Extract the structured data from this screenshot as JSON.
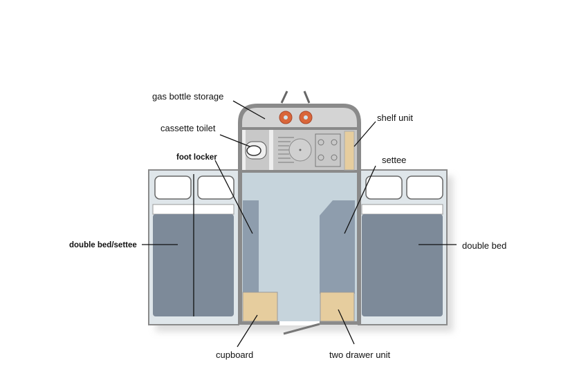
{
  "labels": {
    "gas_bottle_storage": "gas bottle storage",
    "cassette_toilet": "cassette toilet",
    "foot_locker": "foot locker",
    "double_bed_settee": "double bed/settee",
    "cupboard": "cupboard",
    "two_drawer_unit": "two drawer unit",
    "double_bed": "double bed",
    "settee": "settee",
    "shelf_unit": "shelf unit"
  },
  "colors": {
    "floor": "#c6d4dc",
    "bed": "#7d8a99",
    "wall": "#8a8a8a",
    "kitchen": "#c8c8c8",
    "wood": "#e6cd9e",
    "gas_bottle": "#d9663a"
  }
}
